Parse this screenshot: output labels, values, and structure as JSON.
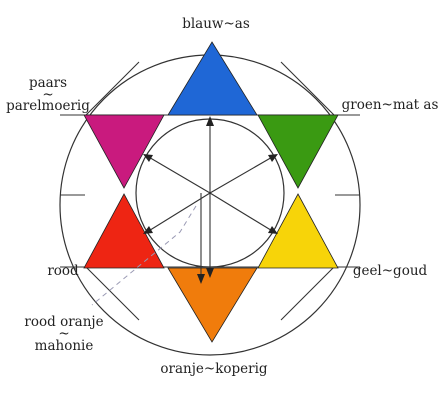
{
  "labels": {
    "top": "blauw~as",
    "top_left_line1": "paars",
    "top_left_line2": "~",
    "top_left_line3": "parelmoerig",
    "top_right": "groen~mat as",
    "left": "rood",
    "right": "geel~goud",
    "bottom_left_line1": "rood oranje",
    "bottom_left_line2": "~",
    "bottom_left_line3": "mahonie",
    "bottom": "oranje~koperig"
  },
  "colors": {
    "blue": "#1f67d6",
    "green": "#3a9a12",
    "yellow": "#f7d409",
    "orange": "#f07c0c",
    "red": "#ee2513",
    "magenta": "#c91a7e",
    "line": "#333333",
    "dashed": "#9a9ab4"
  }
}
